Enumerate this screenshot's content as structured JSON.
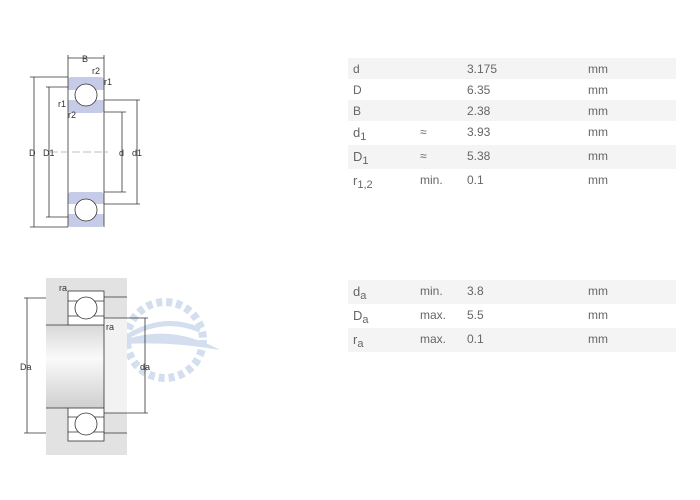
{
  "drawing_labels": {
    "B": "B",
    "r2": "r2",
    "r1": "r1",
    "D": "D",
    "D1": "D1",
    "d": "d",
    "d1": "d1",
    "ra": "ra",
    "Da": "Da",
    "da": "da"
  },
  "dimensions": [
    {
      "symbol": "d",
      "sub": "",
      "qualifier": "",
      "value": "3.175",
      "unit": "mm"
    },
    {
      "symbol": "D",
      "sub": "",
      "qualifier": "",
      "value": "6.35",
      "unit": "mm"
    },
    {
      "symbol": "B",
      "sub": "",
      "qualifier": "",
      "value": "2.38",
      "unit": "mm"
    },
    {
      "symbol": "d",
      "sub": "1",
      "qualifier": "≈",
      "value": "3.93",
      "unit": "mm"
    },
    {
      "symbol": "D",
      "sub": "1",
      "qualifier": "≈",
      "value": "5.38",
      "unit": "mm"
    },
    {
      "symbol": "r",
      "sub": "1,2",
      "qualifier": "min.",
      "value": "0.1",
      "unit": "mm"
    }
  ],
  "abutment": [
    {
      "symbol": "d",
      "sub": "a",
      "qualifier": "min.",
      "value": "3.8",
      "unit": "mm"
    },
    {
      "symbol": "D",
      "sub": "a",
      "qualifier": "max.",
      "value": "5.5",
      "unit": "mm"
    },
    {
      "symbol": "r",
      "sub": "a",
      "qualifier": "max.",
      "value": "0.1",
      "unit": "mm"
    }
  ],
  "colors": {
    "ring": "#c6cce8",
    "housing": "#e2e2e2",
    "watermark": "#c9d6ec"
  }
}
